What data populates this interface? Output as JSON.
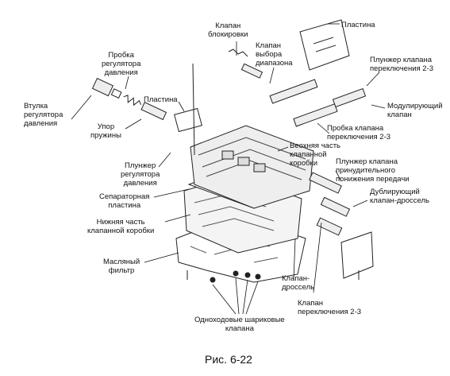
{
  "labels": {
    "klapan_blokirovki": "Клапан\nблокировки",
    "klapan_vybora": "Клапан\nвыбора\nдиапазона",
    "plastina_top": "Пластина",
    "probka_regulyatora": "Пробка\nрегулятора\nдавления",
    "plastina_left": "Пластина",
    "plunzher_23": "Плунжер клапана\nпереключения 2-3",
    "vtulka": "Втулка\nрегулятора\nдавления",
    "moduliruyushchiy": "Модулирующий\nклапан",
    "upor": "Упор\nпружины",
    "probka_23": "Пробка клапана\nпереключения 2-3",
    "verkhnyaya": "Веохняя часть\nклапанной\nкоробки",
    "plunzher_reg": "Плунжер\nрегулятора\nдавления",
    "plunzher_prinud": "Плунжер клапана\nпринудительного\nпонижения передачи",
    "separatornaya": "Сепараторная\nпластина",
    "dubliruyushchiy": "Дублирующий\nклапан-дроссель",
    "nizhnyaya": "Нижняя часть\nклапанной коробки",
    "maslyanyy": "Масляный\nфильтр",
    "klapan_drossel": "Клапан-\nдроссель",
    "klapan_23": "Клапан\nпереключения 2-3",
    "odnokhodovye": "Одноходовые шариковые\nклапана"
  },
  "caption": "Рис. 6-22"
}
